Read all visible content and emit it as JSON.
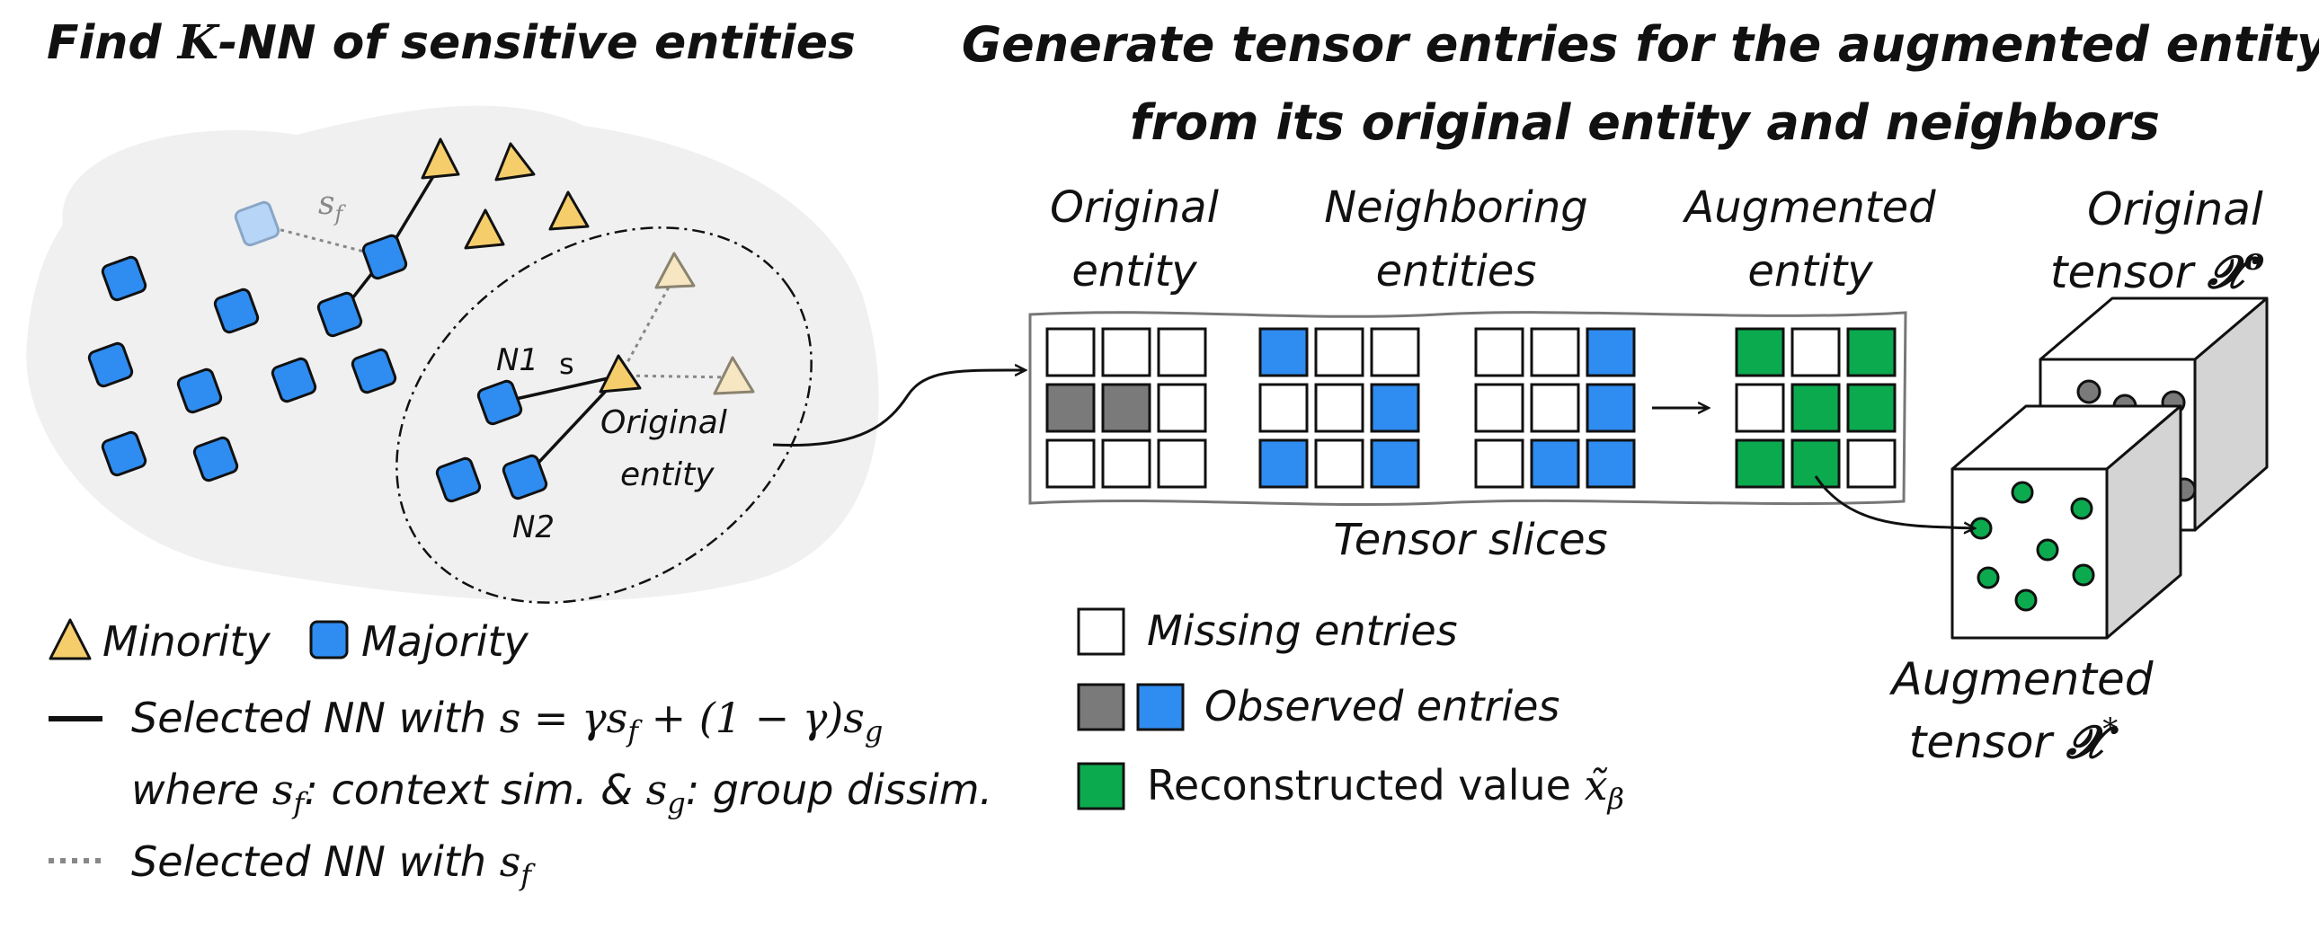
{
  "left": {
    "title_prefix": "Find ",
    "title_k": "K",
    "title_suffix": "-NN of sensitive entities",
    "sim_label": "s",
    "sim_label_sub": "f",
    "n1": "N1",
    "n2": "N2",
    "s_label": "s",
    "original_entity_1": "Original",
    "original_entity_2": "entity"
  },
  "legend_left": {
    "minority": "Minority",
    "majority": "Majority",
    "line1_text": "Selected NN with ",
    "line1_formula": "s = γs",
    "line1_f": "f",
    "line1_mid": " +  (1 − γ)s",
    "line1_g": "g",
    "line2_where": "where ",
    "line2_sf": "s",
    "line2_f": "f",
    "line2_context": ": context sim. & ",
    "line2_sg": "s",
    "line2_g": "g",
    "line2_group": ": group dissim.",
    "line3_text": "Selected NN with ",
    "line3_s": "s",
    "line3_f": "f"
  },
  "right": {
    "title_line1": "Generate tensor entries for the augmented entity",
    "title_line2": "from its original entity and neighbors",
    "col_original_1": "Original",
    "col_original_2": "entity",
    "col_neighboring_1": "Neighboring",
    "col_neighboring_2": "entities",
    "col_augmented_1": "Augmented",
    "col_augmented_2": "entity",
    "tensor_slices": "Tensor slices",
    "orig_tensor_1": "Original",
    "orig_tensor_2": "tensor ",
    "orig_tensor_sym": "𝓧",
    "orig_tensor_sup": "o",
    "aug_tensor_1": "Augmented",
    "aug_tensor_2": "tensor ",
    "aug_tensor_sym": "𝓧",
    "aug_tensor_sup": "*"
  },
  "legend_right": {
    "missing": "Missing entries",
    "observed": "Observed entries",
    "reconstructed": "Reconstructed  value ",
    "x_tilde": "x̃",
    "beta": "β"
  },
  "colors": {
    "minority": "#f5cd6b",
    "majority": "#2f8cf0",
    "observed_gray": "#7a7a7a",
    "reconstructed": "#0caa4e",
    "cloud": "#f0f0f0",
    "faded_triangle": "#f6e6c2",
    "faded_square": "#b7d6f7"
  }
}
